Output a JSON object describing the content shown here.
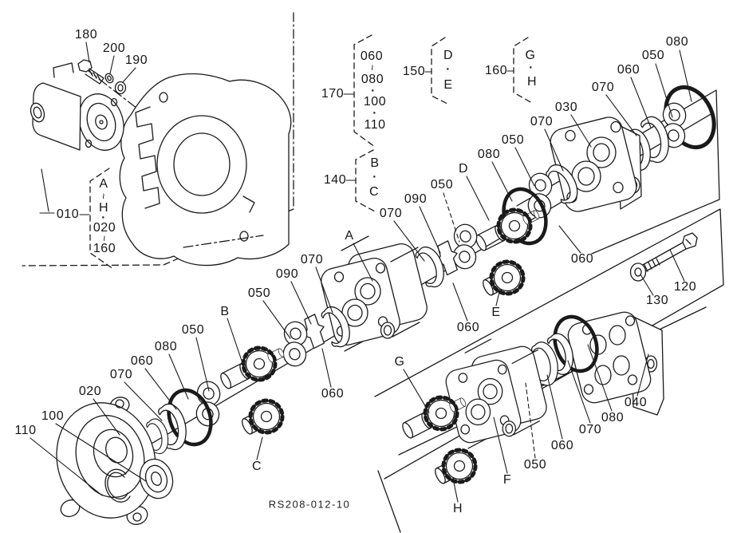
{
  "figure": {
    "drawing_number": "RS208-012-10",
    "ink_color": "#1a1a1a",
    "background_color": "#ffffff"
  },
  "callouts": [
    {
      "text": "180"
    },
    {
      "text": "200"
    },
    {
      "text": "190"
    },
    {
      "text": "010"
    },
    {
      "text": "A"
    },
    {
      "text": "~"
    },
    {
      "text": "H"
    },
    {
      "text": "·"
    },
    {
      "text": "020"
    },
    {
      "text": "~"
    },
    {
      "text": "160"
    },
    {
      "text": "170"
    },
    {
      "text": "060"
    },
    {
      "text": "~"
    },
    {
      "text": "080"
    },
    {
      "text": "·"
    },
    {
      "text": "100"
    },
    {
      "text": "·"
    },
    {
      "text": "110"
    },
    {
      "text": "140"
    },
    {
      "text": "B"
    },
    {
      "text": "·"
    },
    {
      "text": "C"
    },
    {
      "text": "150"
    },
    {
      "text": "D"
    },
    {
      "text": "·"
    },
    {
      "text": "E"
    },
    {
      "text": "160"
    },
    {
      "text": "G"
    },
    {
      "text": "·"
    },
    {
      "text": "H"
    },
    {
      "text": "030"
    },
    {
      "text": "070"
    },
    {
      "text": "060"
    },
    {
      "text": "050"
    },
    {
      "text": "080"
    },
    {
      "text": "070"
    },
    {
      "text": "050"
    },
    {
      "text": "080"
    },
    {
      "text": "D"
    },
    {
      "text": "050"
    },
    {
      "text": "090"
    },
    {
      "text": "070"
    },
    {
      "text": "A"
    },
    {
      "text": "060"
    },
    {
      "text": "E"
    },
    {
      "text": "060"
    },
    {
      "text": "120"
    },
    {
      "text": "130"
    },
    {
      "text": "070"
    },
    {
      "text": "090"
    },
    {
      "text": "050"
    },
    {
      "text": "B"
    },
    {
      "text": "050"
    },
    {
      "text": "080"
    },
    {
      "text": "060"
    },
    {
      "text": "070"
    },
    {
      "text": "020"
    },
    {
      "text": "100"
    },
    {
      "text": "110"
    },
    {
      "text": "C"
    },
    {
      "text": "060"
    },
    {
      "text": "G"
    },
    {
      "text": "F"
    },
    {
      "text": "H"
    },
    {
      "text": "050"
    },
    {
      "text": "060"
    },
    {
      "text": "070"
    },
    {
      "text": "080"
    },
    {
      "text": "040"
    }
  ]
}
